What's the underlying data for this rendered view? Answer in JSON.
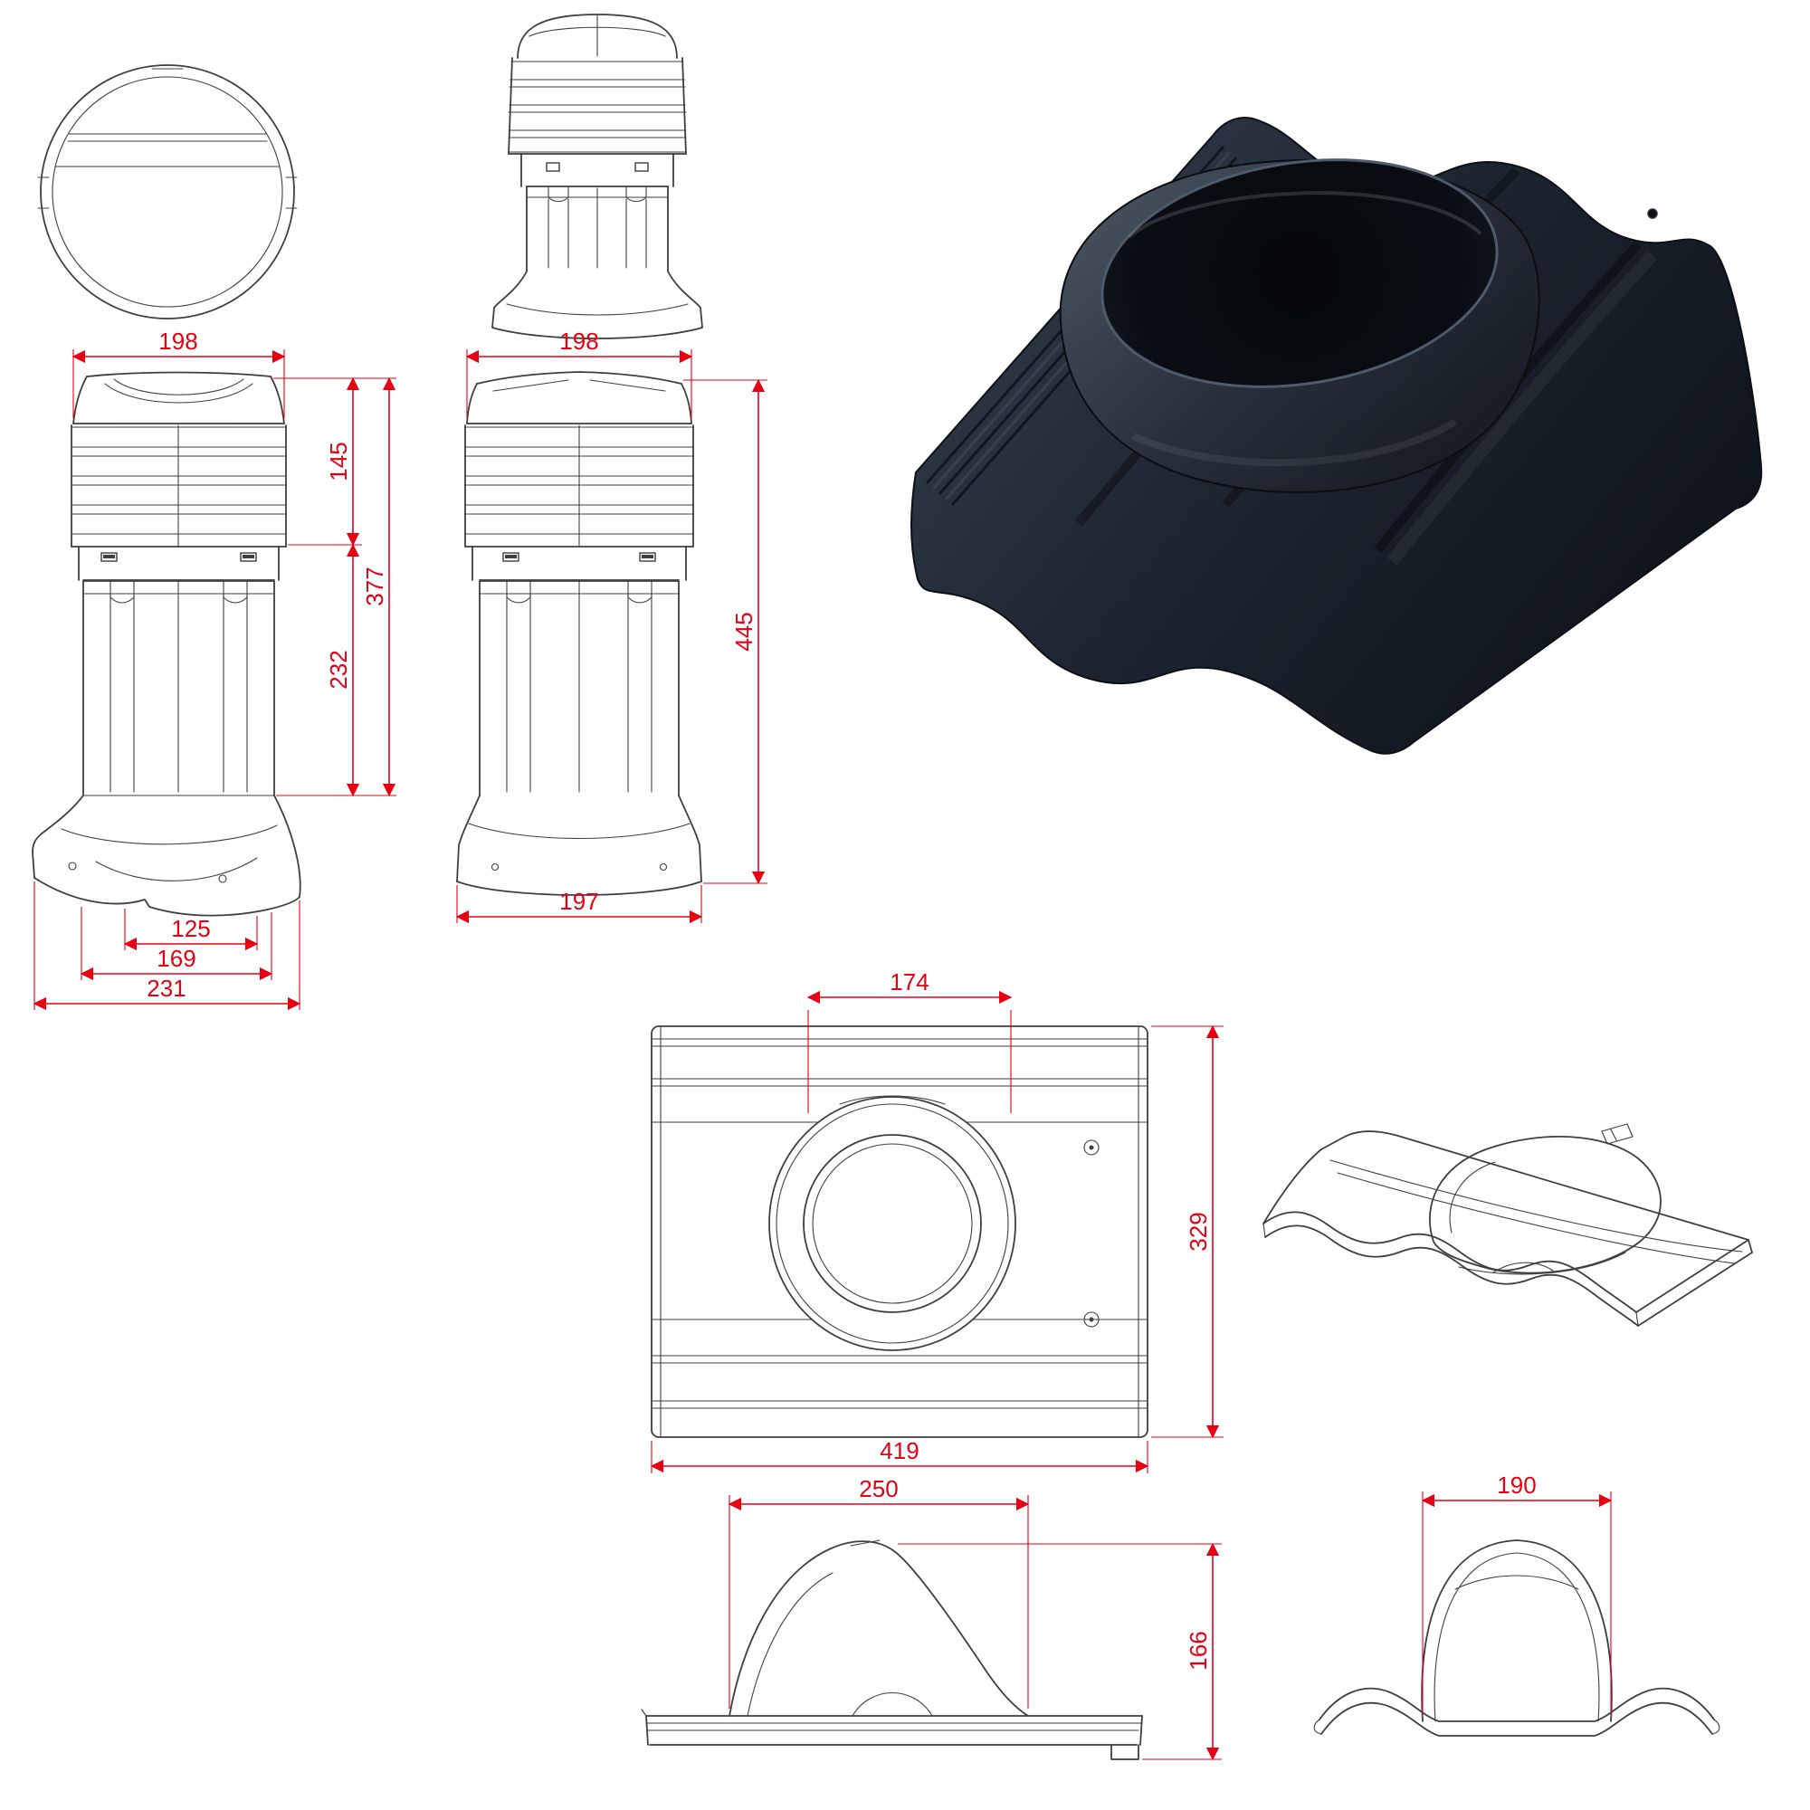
{
  "colors": {
    "dim": "#e60012",
    "line": "#3f3f3f",
    "tile_dark": "#1c2430",
    "tile_light": "#39434f"
  },
  "dims": {
    "vent_front": {
      "width": "198",
      "upper_height": "145",
      "total_height": "377",
      "body_height": "232",
      "base_inner": "125",
      "base_mid": "169",
      "base_outer": "231"
    },
    "vent_side": {
      "width": "198",
      "height": "445",
      "base_width": "197"
    },
    "plate_top": {
      "hole_width": "174",
      "depth": "329",
      "width": "419"
    },
    "plate_side": {
      "dome_width": "250",
      "height": "166"
    },
    "plate_front": {
      "dome_width": "190"
    }
  }
}
